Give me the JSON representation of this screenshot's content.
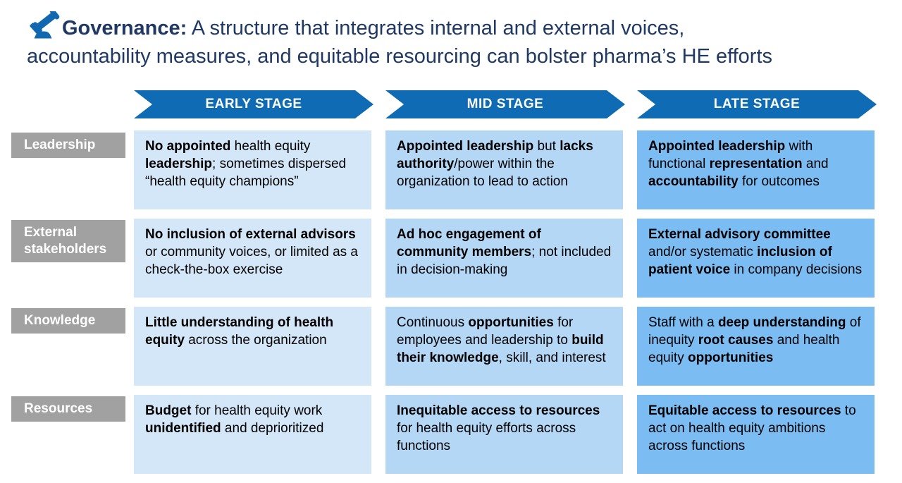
{
  "title": {
    "lead": "Governance:",
    "line1": " A structure that integrates internal and external voices,",
    "line2": "accountability measures, and equitable resourcing can bolster pharma’s HE efforts"
  },
  "colors": {
    "title_text": "#1F3864",
    "stage_arrow": "#0F6BB4",
    "row_label_bg": "#A1A1A1",
    "early_cell_bg": "#D4E7F8",
    "mid_cell_bg": "#B3D7F5",
    "late_cell_bg": "#7BBCF3"
  },
  "icons": {
    "title_icon": "gavel-icon"
  },
  "stages": [
    {
      "label": "EARLY STAGE"
    },
    {
      "label": "MID STAGE"
    },
    {
      "label": "LATE STAGE"
    }
  ],
  "rows": [
    {
      "label": "Leadership",
      "cells": [
        [
          {
            "t": "No appointed",
            "b": true
          },
          {
            "t": " health equity ",
            "b": false
          },
          {
            "t": "leadership",
            "b": true
          },
          {
            "t": "; sometimes dispersed “health equity champions”",
            "b": false
          }
        ],
        [
          {
            "t": "Appointed leadership",
            "b": true
          },
          {
            "t": " but ",
            "b": false
          },
          {
            "t": "lacks authority",
            "b": true
          },
          {
            "t": "/power within the organization to lead to action",
            "b": false
          }
        ],
        [
          {
            "t": "Appointed leadership",
            "b": true
          },
          {
            "t": " with functional ",
            "b": false
          },
          {
            "t": "representation",
            "b": true
          },
          {
            "t": " and ",
            "b": false
          },
          {
            "t": "accountability",
            "b": true
          },
          {
            "t": " for outcomes",
            "b": false
          }
        ]
      ]
    },
    {
      "label": "External stakeholders",
      "cells": [
        [
          {
            "t": "No inclusion of external advisors",
            "b": true
          },
          {
            "t": " or community voices, or limited as a check-the-box exercise",
            "b": false
          }
        ],
        [
          {
            "t": "Ad hoc engagement of community members",
            "b": true
          },
          {
            "t": "; not included in decision-making",
            "b": false
          }
        ],
        [
          {
            "t": "External advisory committee",
            "b": true
          },
          {
            "t": " and/or systematic ",
            "b": false
          },
          {
            "t": "inclusion of patient voice",
            "b": true
          },
          {
            "t": " in company decisions",
            "b": false
          }
        ]
      ]
    },
    {
      "label": "Knowledge",
      "cells": [
        [
          {
            "t": "Little understanding of health equity",
            "b": true
          },
          {
            "t": " across the organization",
            "b": false
          }
        ],
        [
          {
            "t": "Continuous ",
            "b": false
          },
          {
            "t": "opportunities",
            "b": true
          },
          {
            "t": " for employees and leadership to ",
            "b": false
          },
          {
            "t": "build their knowledge",
            "b": true
          },
          {
            "t": ", skill, and interest",
            "b": false
          }
        ],
        [
          {
            "t": "Staff with a ",
            "b": false
          },
          {
            "t": "deep understanding",
            "b": true
          },
          {
            "t": " of inequity ",
            "b": false
          },
          {
            "t": "root causes",
            "b": true
          },
          {
            "t": " and health equity ",
            "b": false
          },
          {
            "t": "opportunities",
            "b": true
          }
        ]
      ]
    },
    {
      "label": "Resources",
      "cells": [
        [
          {
            "t": "Budget",
            "b": true
          },
          {
            "t": " for health equity work ",
            "b": false
          },
          {
            "t": "unidentified",
            "b": true
          },
          {
            "t": " and deprioritized",
            "b": false
          }
        ],
        [
          {
            "t": "Inequitable access to resources",
            "b": true
          },
          {
            "t": " for health equity efforts across functions",
            "b": false
          }
        ],
        [
          {
            "t": "Equitable access to resources",
            "b": true
          },
          {
            "t": " to act on health equity ambitions across functions",
            "b": false
          }
        ]
      ]
    }
  ]
}
